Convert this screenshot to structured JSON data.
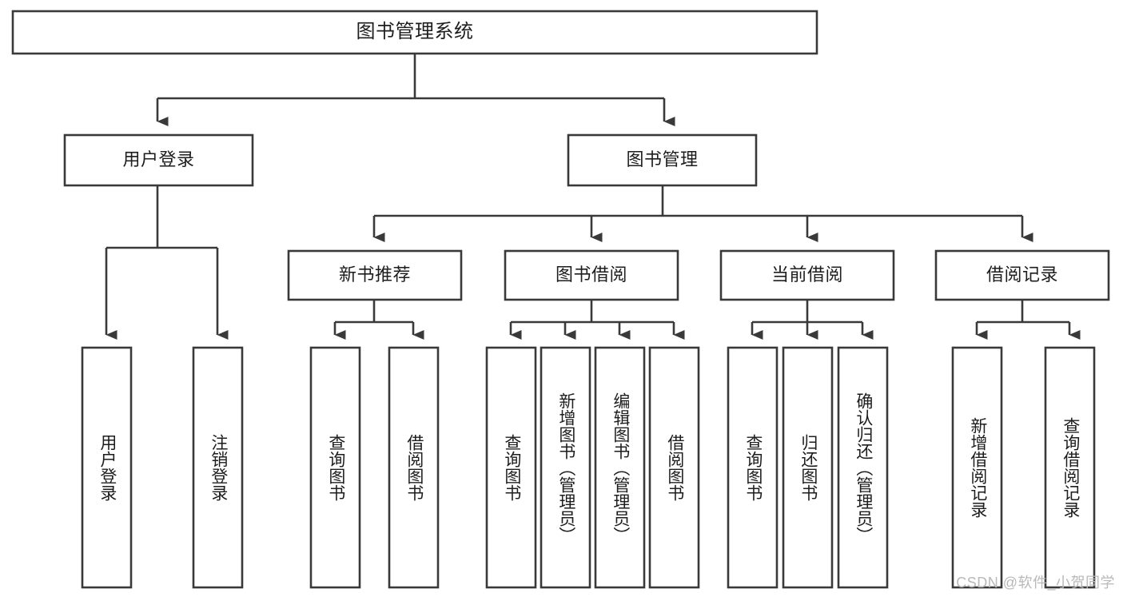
{
  "diagram": {
    "title": "图书管理系统",
    "watermark": "CSDN @软件_小贺同学",
    "orientation": "top-down-tree",
    "colors": {
      "background": "#ffffff",
      "box_fill": "#ffffff",
      "box_stroke": "#393939",
      "text": "#1d1d1d",
      "watermark": "#b9b9b9"
    },
    "levels": [
      {
        "level": 1,
        "nodes": [
          {
            "id": "root",
            "label": "图书管理系统",
            "orientation": "horizontal"
          }
        ]
      },
      {
        "level": 2,
        "nodes": [
          {
            "id": "user-login",
            "label": "用户登录",
            "orientation": "horizontal",
            "parent": "root"
          },
          {
            "id": "book-manage",
            "label": "图书管理",
            "orientation": "horizontal",
            "parent": "root"
          }
        ]
      },
      {
        "level": 3,
        "nodes": [
          {
            "id": "new-book-rec",
            "label": "新书推荐",
            "orientation": "horizontal",
            "parent": "book-manage"
          },
          {
            "id": "book-borrow",
            "label": "图书借阅",
            "orientation": "horizontal",
            "parent": "book-manage"
          },
          {
            "id": "current-borrow",
            "label": "当前借阅",
            "orientation": "horizontal",
            "parent": "book-manage"
          },
          {
            "id": "borrow-record",
            "label": "借阅记录",
            "orientation": "horizontal",
            "parent": "book-manage"
          }
        ]
      },
      {
        "level": 4,
        "nodes": [
          {
            "id": "leaf-user-login",
            "label": "用户登录",
            "orientation": "vertical",
            "parent": "user-login"
          },
          {
            "id": "leaf-logout",
            "label": "注销登录",
            "orientation": "vertical",
            "parent": "user-login"
          },
          {
            "id": "leaf-query-book-1",
            "label": "查询图书",
            "orientation": "vertical",
            "parent": "new-book-rec"
          },
          {
            "id": "leaf-borrow-book-1",
            "label": "借阅图书",
            "orientation": "vertical",
            "parent": "new-book-rec"
          },
          {
            "id": "leaf-query-book-2",
            "label": "查询图书",
            "orientation": "vertical",
            "parent": "book-borrow"
          },
          {
            "id": "leaf-add-book",
            "label": "新增图书（管理员）",
            "orientation": "vertical",
            "parent": "book-borrow"
          },
          {
            "id": "leaf-edit-book",
            "label": "编辑图书（管理员）",
            "orientation": "vertical",
            "parent": "book-borrow"
          },
          {
            "id": "leaf-borrow-book-2",
            "label": "借阅图书",
            "orientation": "vertical",
            "parent": "book-borrow"
          },
          {
            "id": "leaf-query-book-3",
            "label": "查询图书",
            "orientation": "vertical",
            "parent": "current-borrow"
          },
          {
            "id": "leaf-return-book",
            "label": "归还图书",
            "orientation": "vertical",
            "parent": "current-borrow"
          },
          {
            "id": "leaf-confirm-return",
            "label": "确认归还（管理员）",
            "orientation": "vertical",
            "parent": "current-borrow"
          },
          {
            "id": "leaf-add-record",
            "label": "新增借阅记录",
            "orientation": "vertical",
            "parent": "borrow-record"
          },
          {
            "id": "leaf-query-record",
            "label": "查询借阅记录",
            "orientation": "vertical",
            "parent": "borrow-record"
          }
        ]
      }
    ]
  }
}
